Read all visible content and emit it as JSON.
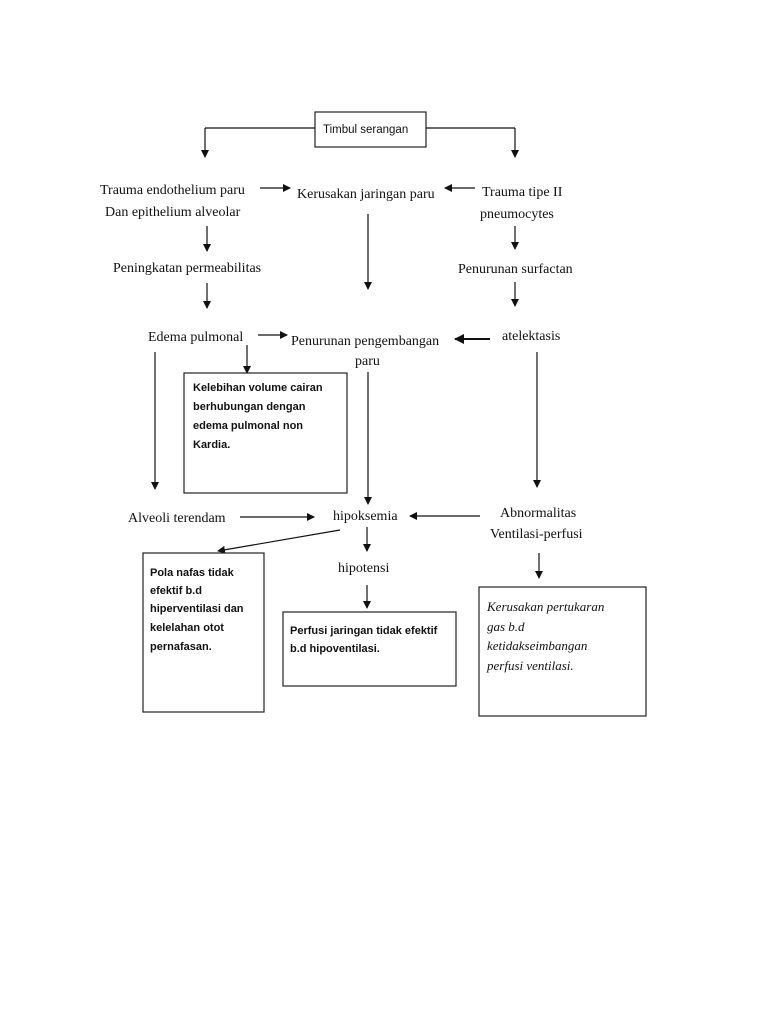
{
  "nodes": {
    "timbul_serangan": "Timbul serangan",
    "trauma_endothelium": [
      "Trauma endothelium paru",
      "Dan epithelium alveolar"
    ],
    "kerusakan_jaringan": "Kerusakan jaringan paru",
    "trauma_tipe2": [
      "Trauma tipe II",
      "pneumocytes"
    ],
    "peningkatan_permeabilitas": "Peningkatan permeabilitas",
    "penurunan_surfactan": "Penurunan surfactan",
    "edema_pulmonal": "Edema pulmonal",
    "penurunan_pengembangan": [
      "Penurunan pengembangan",
      "paru"
    ],
    "atelektasis": "atelektasis",
    "alveoli_terendam": "Alveoli terendam",
    "hipoksemia": "hipoksemia",
    "abnormalitas": [
      "Abnormalitas",
      "Ventilasi-perfusi"
    ],
    "hipotensi": "hipotensi"
  },
  "diagnoses": {
    "kelebihan_volume": [
      "Kelebihan volume cairan",
      "berhubungan dengan",
      "edema pulmonal non",
      "Kardia."
    ],
    "pola_nafas": [
      "Pola nafas tidak",
      "efektif b.d",
      "hiperventilasi dan",
      "kelelahan otot",
      "pernafasan."
    ],
    "perfusi_jaringan": [
      "Perfusi jaringan tidak efektif",
      "b.d hipoventilasi."
    ],
    "kerusakan_pertukaran": [
      "Kerusakan pertukaran",
      "gas b.d",
      "ketidakseimbangan",
      "perfusi ventilasi."
    ]
  },
  "colors": {
    "stroke": "#111111",
    "background": "#ffffff"
  }
}
